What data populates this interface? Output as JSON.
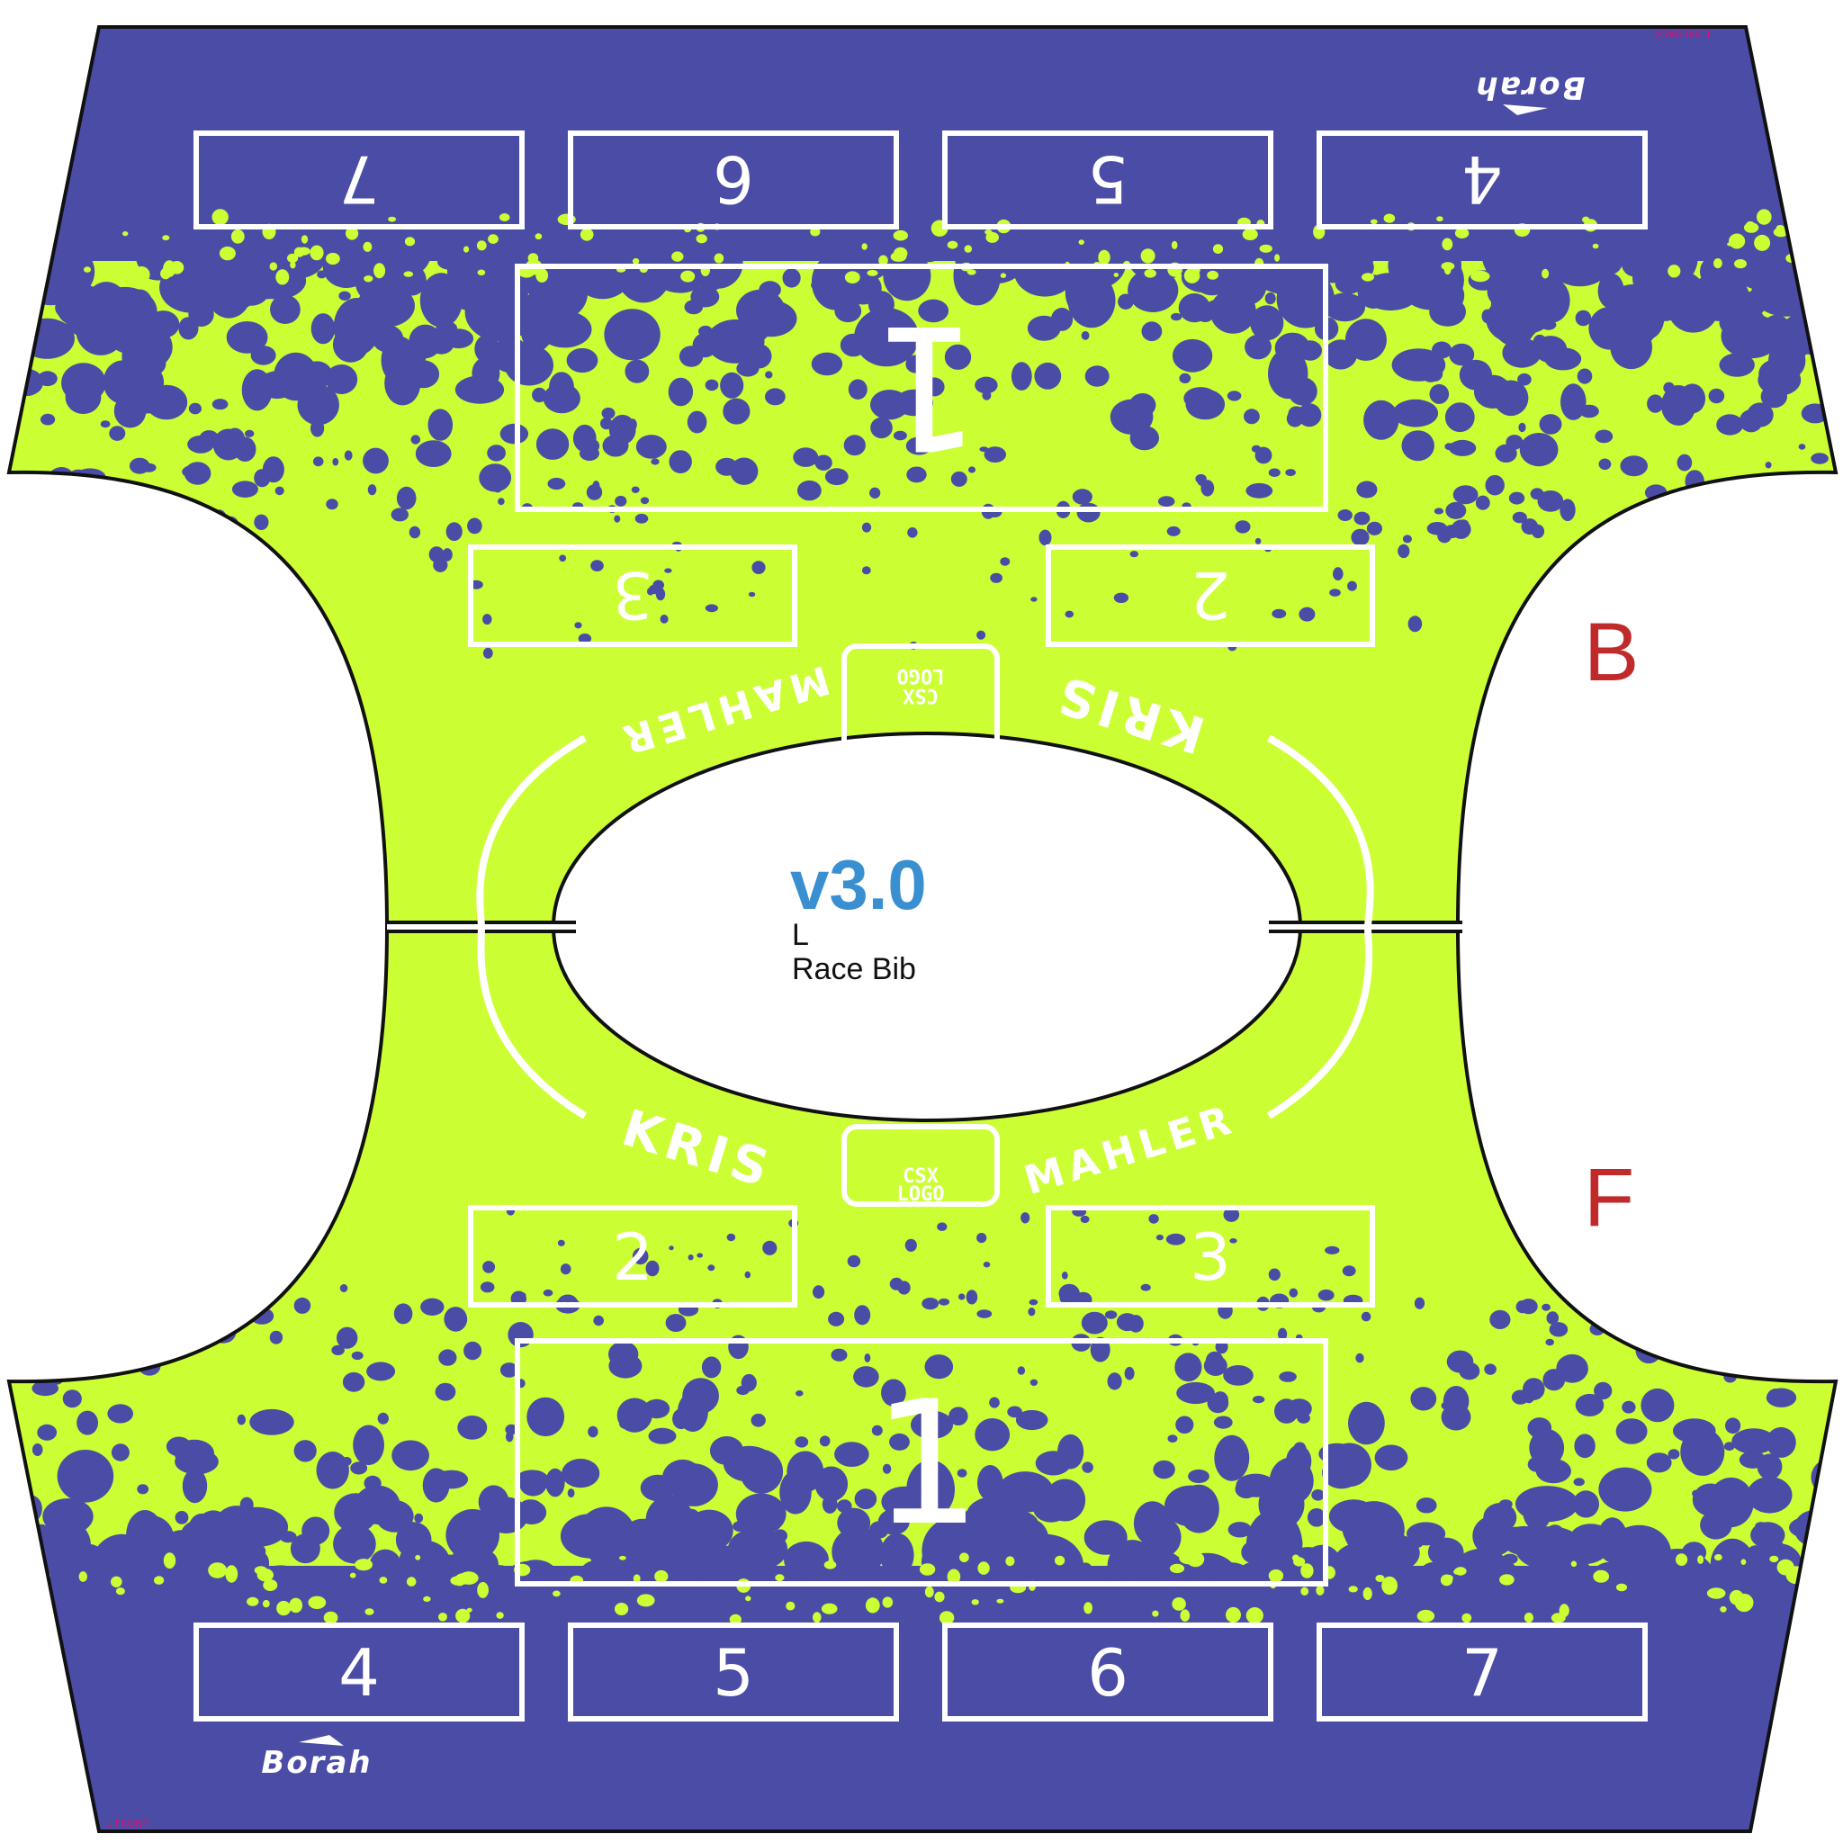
{
  "colors": {
    "navy": "#4a4ca6",
    "lime": "#ccff33",
    "white": "#ffffff",
    "side_letter": "#c12a2a",
    "version": "#3a8fd0",
    "outline": "#111111",
    "tiny_label": "#e0106a"
  },
  "back": {
    "side_letter": "B",
    "brand": "Borah",
    "big_number": "1",
    "number_boxes": [
      "7",
      "6",
      "5",
      "4"
    ],
    "mid_boxes": [
      "3",
      "2"
    ],
    "name_left": "MAHLER",
    "name_right": "KRIS",
    "logo_top": "CSX",
    "logo_bottom": "LOGO",
    "corner_label": "L  BIB BACK"
  },
  "front": {
    "side_letter": "F",
    "brand": "Borah",
    "big_number": "1",
    "number_boxes": [
      "4",
      "5",
      "6",
      "7"
    ],
    "mid_boxes": [
      "2",
      "3"
    ],
    "name_left": "KRIS",
    "name_right": "MAHLER",
    "logo_top": "CSX",
    "logo_bottom": "LOGO",
    "corner_label": "L  FRONT"
  },
  "center": {
    "version": "v3.0",
    "size": "L",
    "product": "Race Bib"
  }
}
